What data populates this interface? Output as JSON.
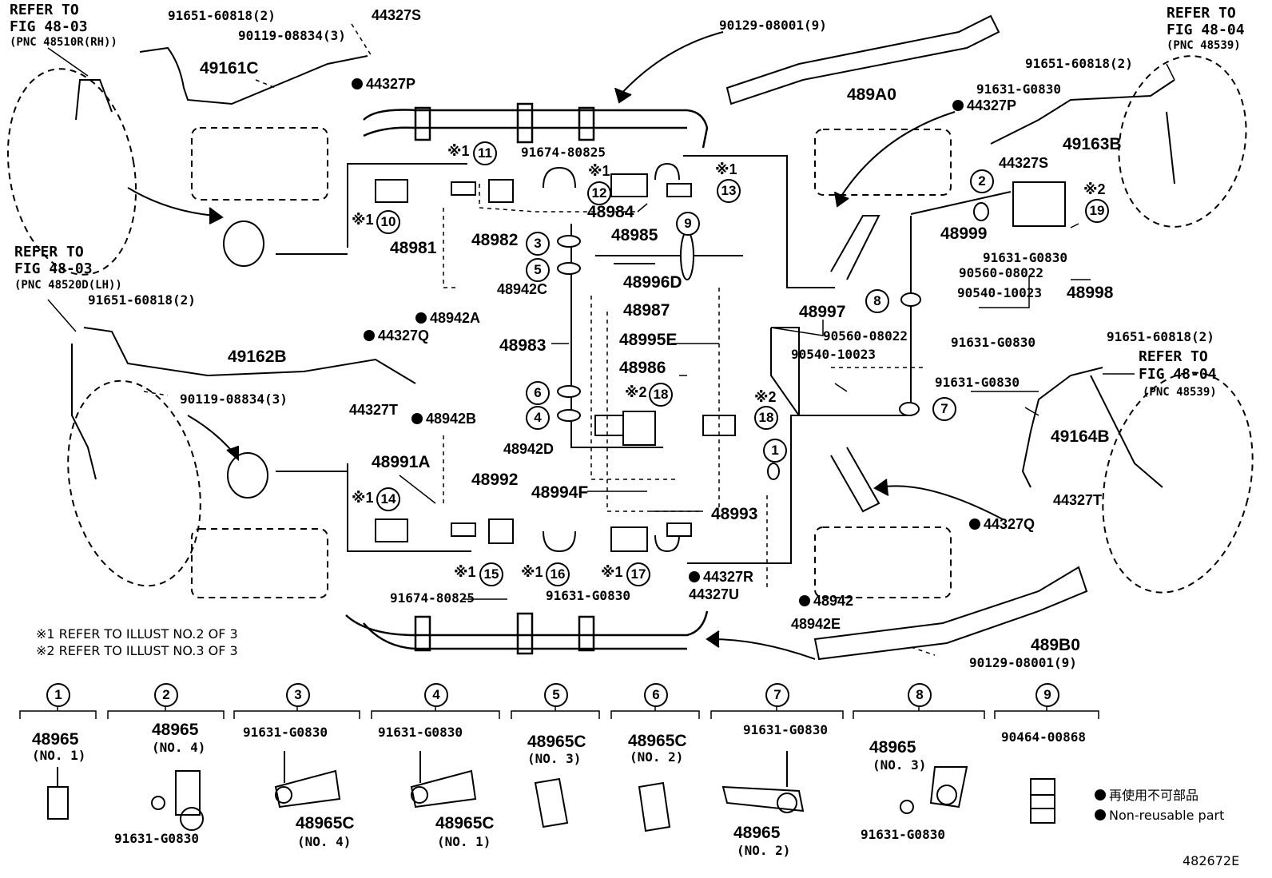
{
  "refs": {
    "tl_1": "REFER TO",
    "tl_2": "FIG 48-03",
    "tl_3": "(PNC 48510R(RH))",
    "ml_1": "REFER TO",
    "ml_2": "FIG 48-03",
    "ml_3": "(PNC 48520D(LH))",
    "tr_1": "REFER TO",
    "tr_2": "FIG 48-04",
    "tr_3": "(PNC 48539)",
    "rm_1": "REFER TO",
    "rm_2": "FIG 48-04",
    "rm_3": "(PNC 48539)"
  },
  "parts": {
    "p1": "91651-60818(2)",
    "p2": "44327S",
    "p3": "90119-08834(3)",
    "p4": "49161C",
    "p5": "44327P",
    "p6": "90129-08001(9)",
    "p7": "489A0",
    "p8": "91651-60818(2)",
    "p9": "91631-G0830",
    "p10": "44327P",
    "p11": "49163B",
    "p12": "44327S",
    "p13": "91674-80825",
    "p14": "48984",
    "p15": "48985",
    "p16": "48981",
    "p17": "48982",
    "p18": "48999",
    "p19": "91631-G0830",
    "p20": "90560-08022",
    "p21": "90540-10023",
    "p22": "48998",
    "p23": "48996D",
    "p24": "48987",
    "p25": "48942C",
    "p26": "48942A",
    "p27": "44327Q",
    "p28": "48997",
    "p29": "90560-08022",
    "p30": "90540-10023",
    "p31": "91631-G0830",
    "p32": "91651-60818(2)",
    "p33": "48983",
    "p34": "48995E",
    "p35": "48986",
    "p36": "91651-60818(2)",
    "p37": "49162B",
    "p38": "90119-08834(3)",
    "p39": "44327T",
    "p40": "48942B",
    "p41": "91631-G0830",
    "p42": "49164B",
    "p43": "48942D",
    "p44": "48991A",
    "p45": "48992",
    "p46": "48994F",
    "p47": "48993",
    "p48": "44327T",
    "p49": "44327Q",
    "p50": "44327R",
    "p51": "44327U",
    "p52": "48942",
    "p53": "48942E",
    "p54": "91674-80825",
    "p55": "91631-G0830",
    "p56": "489B0",
    "p57": "90129-08001(9)"
  },
  "callouts": {
    "c1": "1",
    "c2": "2",
    "c3": "3",
    "c4": "4",
    "c5": "5",
    "c6": "6",
    "c7": "7",
    "c8": "8",
    "c9": "9",
    "c10": "10",
    "c11": "11",
    "c12": "12",
    "c13": "13",
    "c14": "14",
    "c15": "15",
    "c16": "16",
    "c17": "17",
    "c18a": "18",
    "c18b": "18",
    "c19": "19"
  },
  "marks": {
    "m1": "※1",
    "m2": "※2"
  },
  "notes": {
    "n1": "※1 REFER TO ILLUST NO.2 OF 3",
    "n2": "※2 REFER TO ILLUST NO.3 OF 3"
  },
  "legend": {
    "jp": "再使用不可部品",
    "en": "Non-reusable part",
    "code": "482672E"
  },
  "bottom_row": [
    {
      "num": "1",
      "part": "48965",
      "sub": "(NO. 1)"
    },
    {
      "num": "2",
      "part": "48965",
      "sub": "(NO. 4)",
      "bolt": "91631-G0830"
    },
    {
      "num": "3",
      "bolt": "91631-G0830",
      "part": "48965C",
      "sub": "(NO. 4)"
    },
    {
      "num": "4",
      "bolt": "91631-G0830",
      "part": "48965C",
      "sub": "(NO. 1)"
    },
    {
      "num": "5",
      "part": "48965C",
      "sub": "(NO. 3)"
    },
    {
      "num": "6",
      "part": "48965C",
      "sub": "(NO. 2)"
    },
    {
      "num": "7",
      "bolt": "91631-G0830",
      "part": "48965",
      "sub": "(NO. 2)"
    },
    {
      "num": "8",
      "part": "48965",
      "sub": "(NO. 3)",
      "bolt": "91631-G0830"
    },
    {
      "num": "9",
      "part": "90464-00868"
    }
  ]
}
